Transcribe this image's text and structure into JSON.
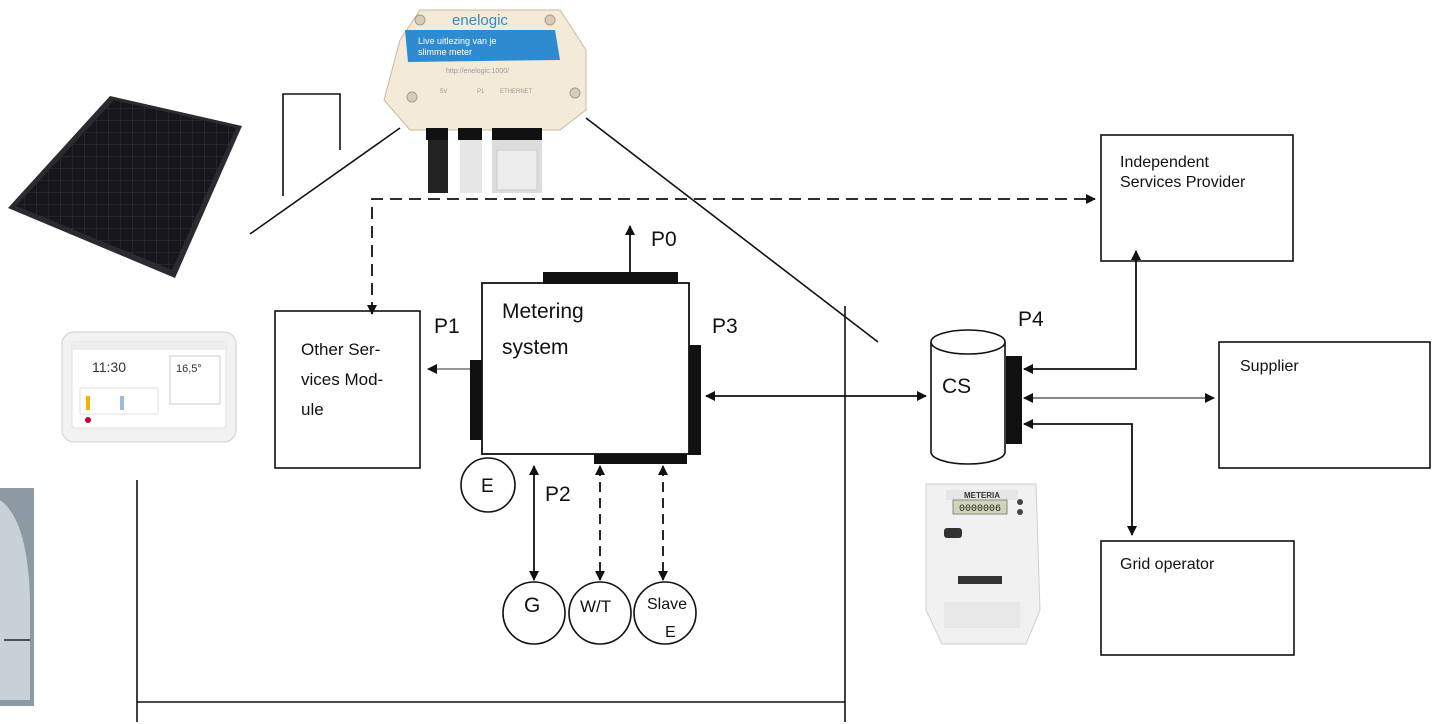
{
  "devices": {
    "gateway": {
      "brand": "enelogic",
      "tagline_1": "Live uitlezing van je",
      "tagline_2": "slimme meter",
      "url": "http://enelogic:1000/",
      "port_labels": [
        "5V",
        "P1",
        "ETHERNET"
      ]
    },
    "display": {
      "time": "11:30",
      "temp": "16,5°"
    },
    "meter": {
      "brand": "METERIA",
      "reading": "0000006"
    }
  },
  "diagram": {
    "metering_system": [
      "Metering",
      "system"
    ],
    "osm": [
      "Other Ser-",
      "vices Mod-",
      "ule"
    ],
    "ports": {
      "p0": "P0",
      "p1": "P1",
      "p2": "P2",
      "p3": "P3",
      "p4": "P4"
    },
    "e_circle": "E",
    "sub_meters": {
      "g": "G",
      "wt": "W/T",
      "slave_1": "Slave",
      "slave_2": "E"
    },
    "cs": "CS",
    "isp": [
      "Independent",
      "Services Provider"
    ],
    "supplier": "Supplier",
    "grid": "Grid operator"
  },
  "colors": {
    "line": "#111111",
    "solar_panel": "#1a1a1f",
    "gateway_blue": "#2f8bd0",
    "gateway_body": "#f3ead8"
  }
}
